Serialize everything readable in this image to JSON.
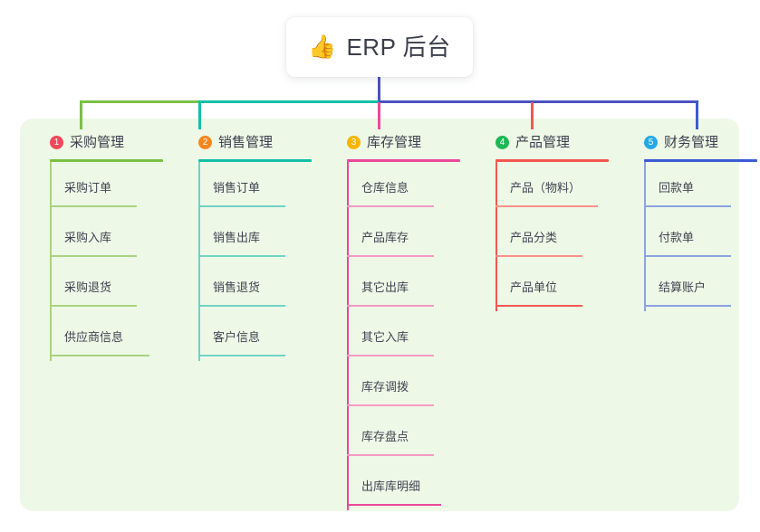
{
  "diagram": {
    "type": "mind-map",
    "root": {
      "icon": "thumbs-up-icon",
      "emoji": "👍",
      "title": "ERP 后台"
    },
    "panel_color": "#eef8e7",
    "stem_color": "#4a52c0",
    "branches": [
      {
        "number": "1",
        "title": "采购管理",
        "badge_color": "#f0475a",
        "line_color": "#7ac143",
        "leaf_line_color": "#a9d37f",
        "items": [
          "采购订单",
          "采购入库",
          "采购退货",
          "供应商信息"
        ]
      },
      {
        "number": "2",
        "title": "销售管理",
        "badge_color": "#f5871f",
        "line_color": "#13bfa6",
        "leaf_line_color": "#6fd3c4",
        "items": [
          "销售订单",
          "销售出库",
          "销售退货",
          "客户信息"
        ]
      },
      {
        "number": "3",
        "title": "库存管理",
        "badge_color": "#f7b500",
        "line_color": "#ec4899",
        "leaf_line_color": "#f49ac4",
        "items": [
          "仓库信息",
          "产品库存",
          "其它出库",
          "其它入库",
          "库存调拨",
          "库存盘点",
          "出库库明细"
        ]
      },
      {
        "number": "4",
        "title": "产品管理",
        "badge_color": "#1eb858",
        "line_color": "#f4574f",
        "leaf_line_color": "#f79189",
        "items": [
          "产品（物料）",
          "产品分类",
          "产品单位"
        ]
      },
      {
        "number": "5",
        "title": "财务管理",
        "badge_color": "#23a9e8",
        "line_color": "#3b5bd4",
        "leaf_line_color": "#8ba3e0",
        "items": [
          "回款单",
          "付款单",
          "结算账户"
        ]
      }
    ],
    "connector_bar": {
      "segments": [
        {
          "color": "#7ac143"
        },
        {
          "color": "#13bfa6"
        },
        {
          "color": "#4a52c0"
        }
      ]
    }
  }
}
